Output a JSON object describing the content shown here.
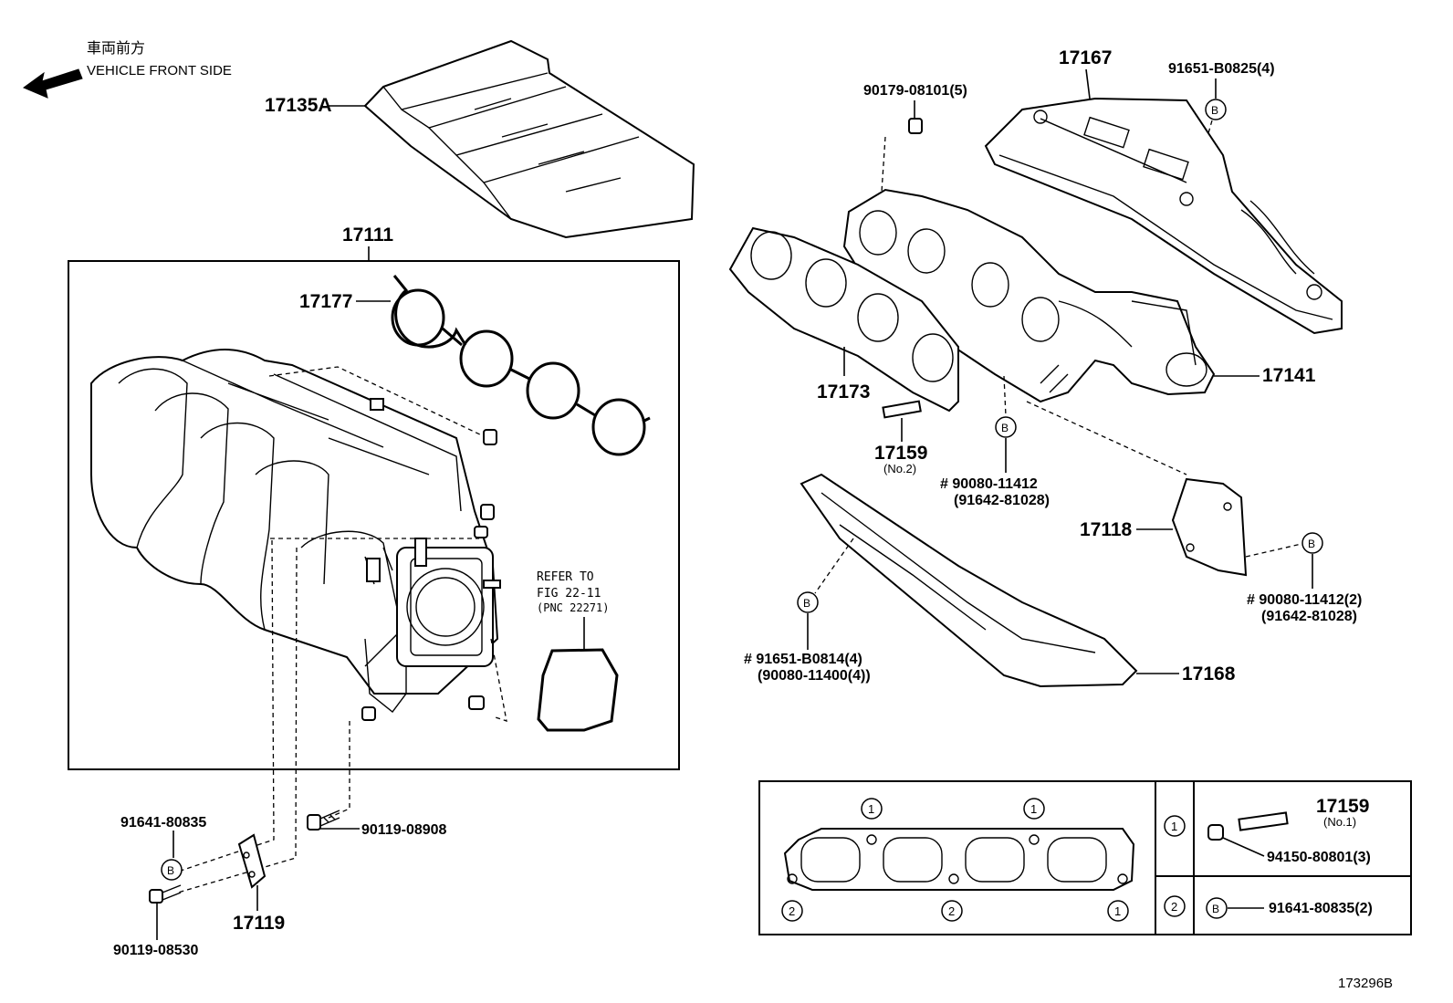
{
  "direction": {
    "jp": "車両前方",
    "en": "VEHICLE FRONT SIDE"
  },
  "labels": {
    "heat_insulator_top": "17135A",
    "intake_manifold": "17111",
    "gasket_intake": "17177",
    "exhaust_insulator_upper": "17167",
    "exhaust_bolt_top": "91651-B0825(4)",
    "exhaust_nut_top": "90179-08101(5)",
    "exhaust_gasket": "17173",
    "exhaust_manifold": "17141",
    "stud": "17159",
    "stud_sub": "(No.2)",
    "bolt_mid": "# 90080-11412",
    "bolt_mid_alt": "(91642-81028)",
    "stay": "17118",
    "bolt_right": "# 90080-11412(2)",
    "bolt_right_alt": "(91642-81028)",
    "bolt_left": "# 91651-B0814(4)",
    "bolt_left_alt": "(90080-11400(4))",
    "exhaust_insulator_lower": "17168",
    "bolt_91641": "91641-80835",
    "bolt_90119_08908": "90119-08908",
    "bolt_90119_08530": "90119-08530",
    "bracket": "17119",
    "refer_line1": "REFER TO",
    "refer_line2": "FIG 22-11",
    "refer_line3": "(PNC 22271)"
  },
  "marker_b": "B",
  "inset": {
    "circle1": "1",
    "circle2": "2",
    "stud_label": "17159",
    "stud_sub": "(No.1)",
    "nut_label": "94150-80801(3)",
    "bolt_label": "91641-80835(2)"
  },
  "figure_id": "173296B"
}
